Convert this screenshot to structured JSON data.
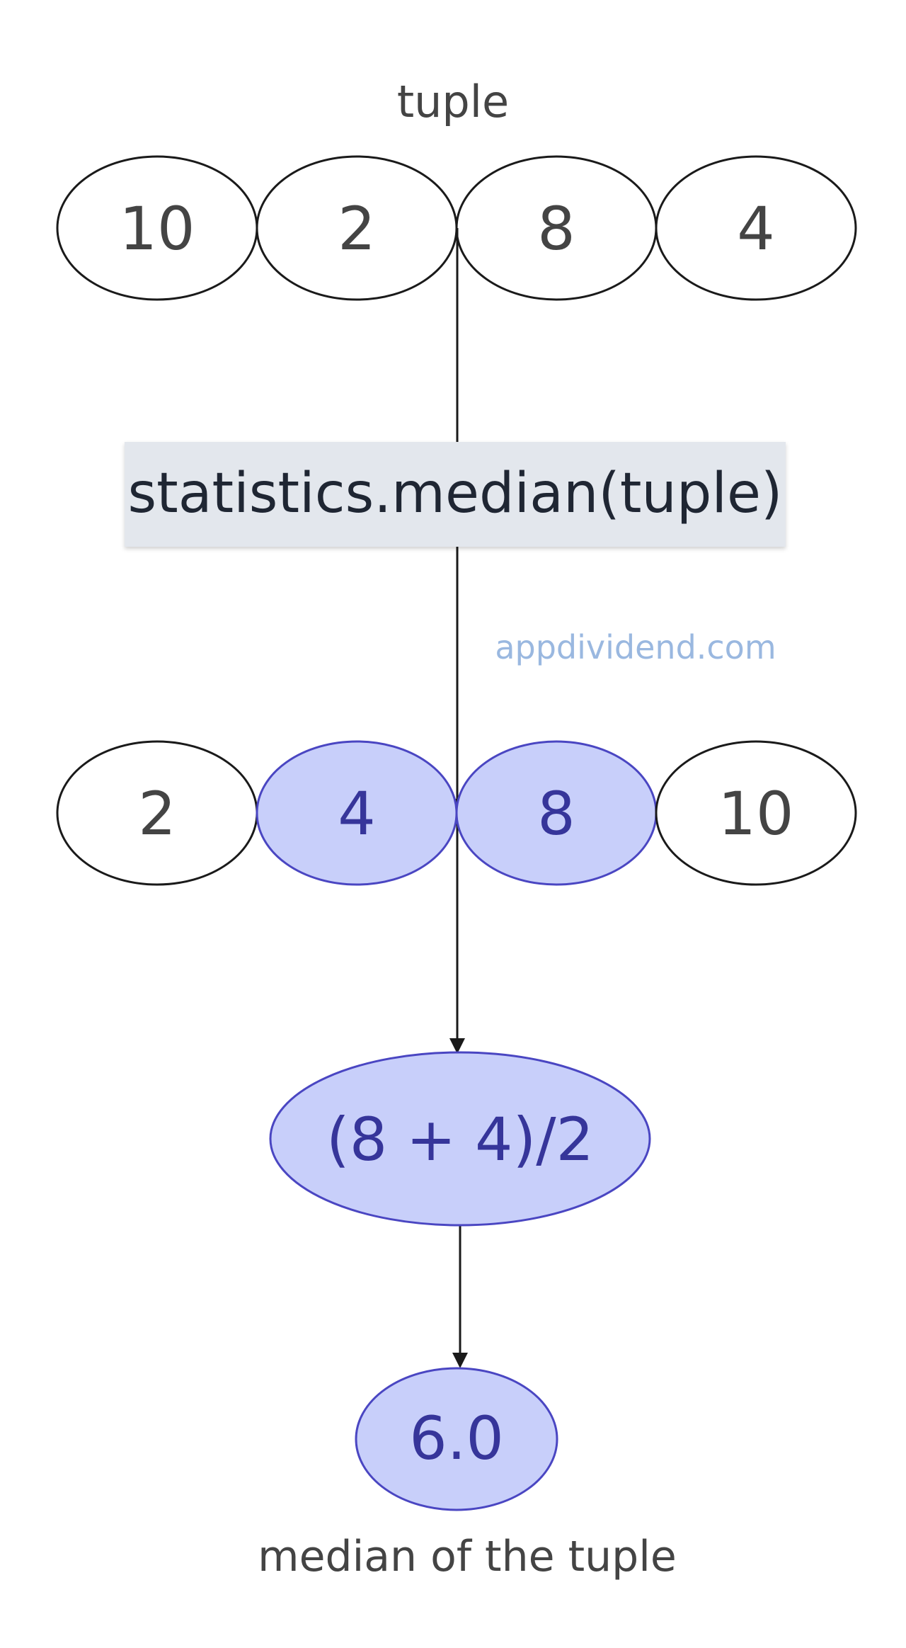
{
  "diagram": {
    "tuple_label": "tuple",
    "input_values": [
      "10",
      "2",
      "8",
      "4"
    ],
    "function_call": "statistics.median(tuple)",
    "watermark": "appdividend.com",
    "sorted_values": [
      "2",
      "4",
      "8",
      "10"
    ],
    "highlighted_sorted": [
      false,
      true,
      true,
      false
    ],
    "formula": "(8 + 4)/2",
    "result": "6.0",
    "result_label": "median of the tuple"
  },
  "colors": {
    "highlight_fill": "#c8cffa",
    "highlight_stroke": "#4a46c2",
    "highlight_text": "#36359a",
    "plain_text": "#444444",
    "function_box_fill": "#e3e7ed",
    "function_text": "#1f2633",
    "watermark": "#9ab8e0"
  }
}
